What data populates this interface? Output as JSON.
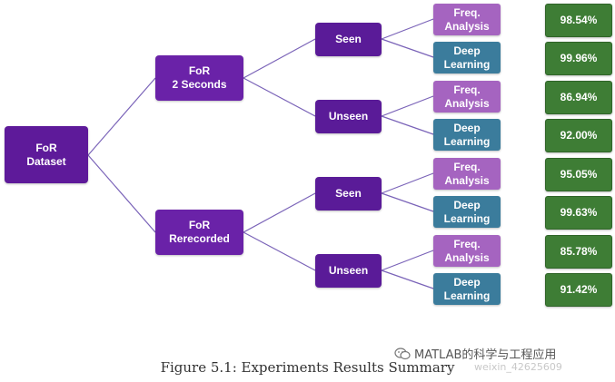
{
  "root": {
    "label": "FoR\nDataset"
  },
  "conditions": [
    {
      "label": "FoR\n2 Seconds",
      "splits": [
        {
          "label": "Seen",
          "methods": [
            {
              "label": "Freq.\nAnalysis",
              "result": "98.54%"
            },
            {
              "label": "Deep\nLearning",
              "result": "99.96%"
            }
          ]
        },
        {
          "label": "Unseen",
          "methods": [
            {
              "label": "Freq.\nAnalysis",
              "result": "86.94%"
            },
            {
              "label": "Deep\nLearning",
              "result": "92.00%"
            }
          ]
        }
      ]
    },
    {
      "label": "FoR\nRerecorded",
      "splits": [
        {
          "label": "Seen",
          "methods": [
            {
              "label": "Freq.\nAnalysis",
              "result": "95.05%"
            },
            {
              "label": "Deep\nLearning",
              "result": "99.63%"
            }
          ]
        },
        {
          "label": "Unseen",
          "methods": [
            {
              "label": "Freq.\nAnalysis",
              "result": "85.78%"
            },
            {
              "label": "Deep\nLearning",
              "result": "91.42%"
            }
          ]
        }
      ]
    }
  ],
  "caption": "Figure 5.1: Experiments Results Summary",
  "watermark": {
    "text": "MATLAB的科学与工程应用",
    "subtext": "weixin_42625609",
    "logo_icon": "wechat-logo-icon"
  },
  "colors": {
    "root": "#5e1a9a",
    "condition": "#6a22a8",
    "split": "#5a1b98",
    "freq": "#a564c0",
    "deep": "#3b7c9c",
    "result": "#3e7d35",
    "edge": "#7a63b8"
  }
}
